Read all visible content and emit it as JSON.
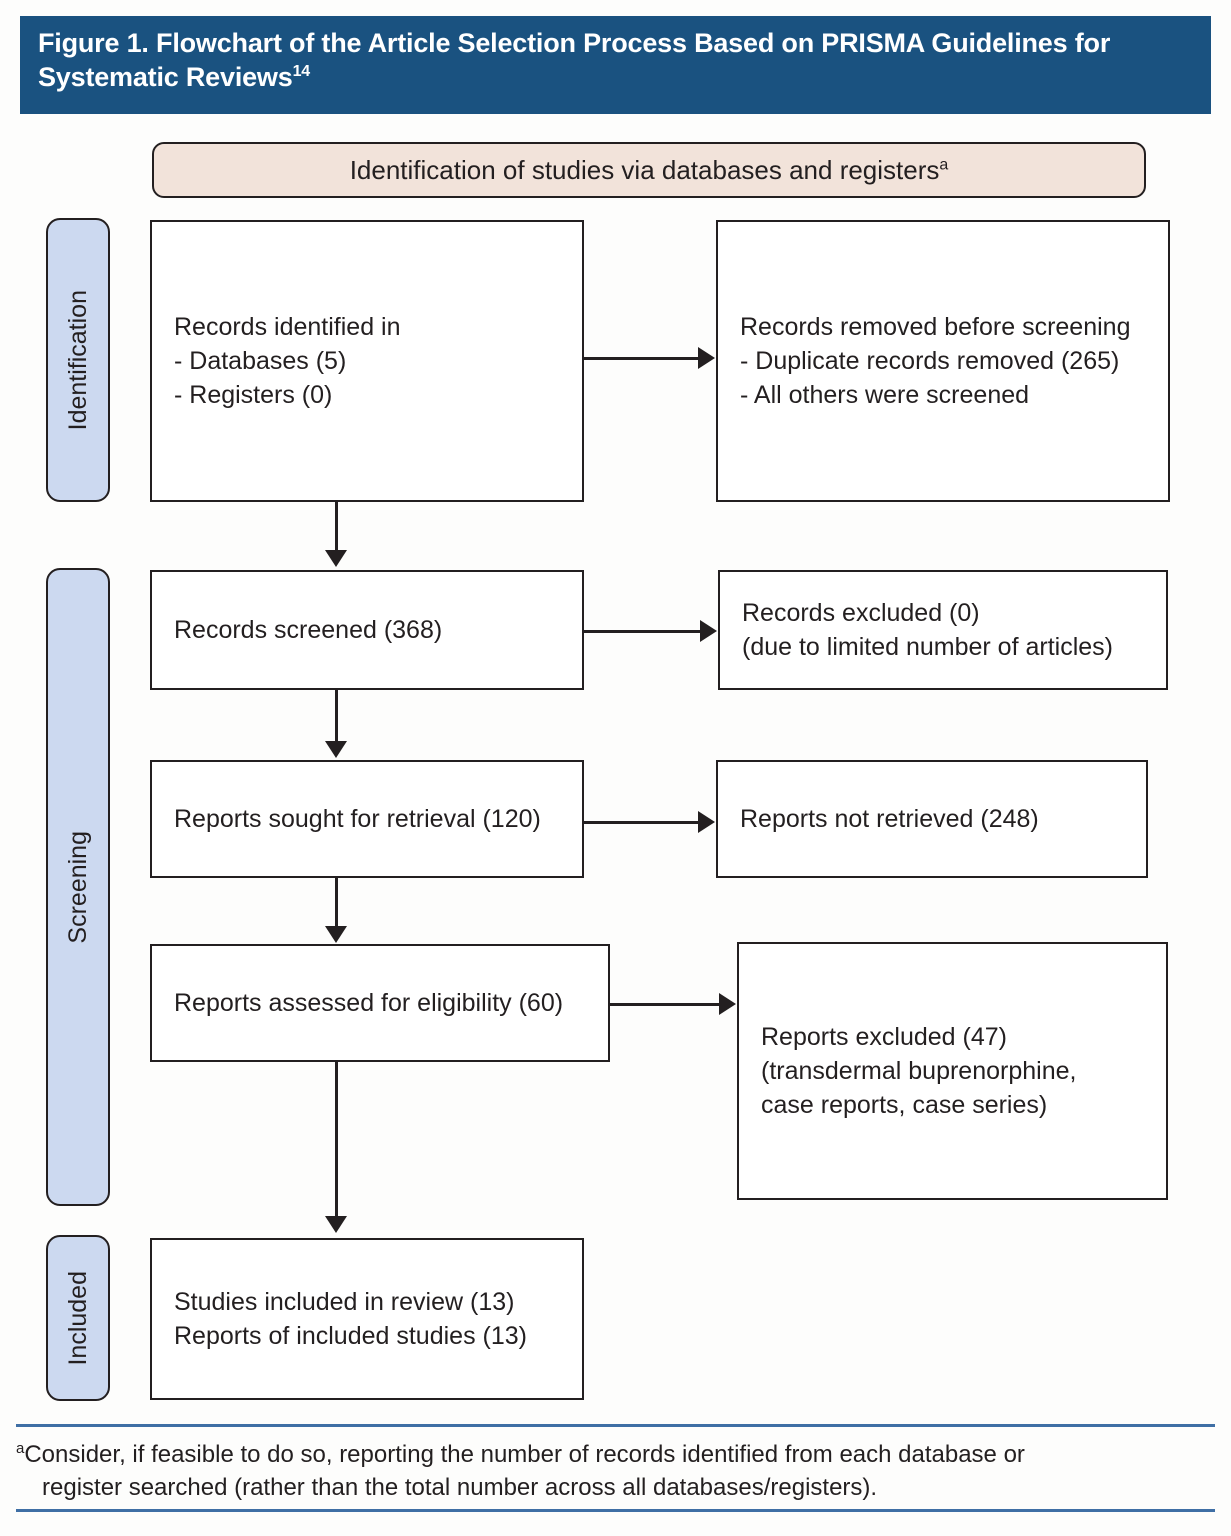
{
  "figure": {
    "title": "Figure 1. Flowchart of the Article Selection Process Based on PRISMA Guidelines for Systematic Reviews",
    "title_superscript": "14",
    "section_header": "Identification of studies via databases and registers",
    "section_header_superscript": "a"
  },
  "colors": {
    "title_banner": "#1a5280",
    "section_header_fill": "#f2e3da",
    "stage_label_fill": "#ccd9f0",
    "box_border": "#231f20",
    "rule": "#3f6fa5",
    "page_background": "#fdfdfc"
  },
  "stages": [
    {
      "label": "Identification"
    },
    {
      "label": "Screening"
    },
    {
      "label": "Included"
    }
  ],
  "boxes": {
    "identified": "Records identified in\n- Databases (5)\n- Registers (0)",
    "removed": "Records removed before screening\n- Duplicate records removed (265)\n- All others were screened",
    "screened": "Records screened (368)",
    "excluded_zero": "Records excluded (0)\n(due to limited number of articles)",
    "sought": "Reports sought for retrieval (120)",
    "not_retrieved": "Reports not retrieved (248)",
    "assessed": "Reports assessed for eligibility (60)",
    "excluded_47": "Reports excluded (47)\n(transdermal buprenorphine,\ncase reports, case series)",
    "included": "Studies included in review (13)\nReports of included studies (13)"
  },
  "counts": {
    "databases": 5,
    "registers": 0,
    "duplicate_records_removed": 265,
    "records_screened": 368,
    "records_excluded": 0,
    "reports_sought_for_retrieval": 120,
    "reports_not_retrieved": 248,
    "reports_assessed_for_eligibility": 60,
    "reports_excluded": 47,
    "studies_included_in_review": 13,
    "reports_of_included_studies": 13
  },
  "footnote": {
    "marker": "a",
    "line1": "Consider, if feasible to do so, reporting the number of records identified from each database or",
    "line2": "register searched (rather than the total number across all databases/registers)."
  }
}
